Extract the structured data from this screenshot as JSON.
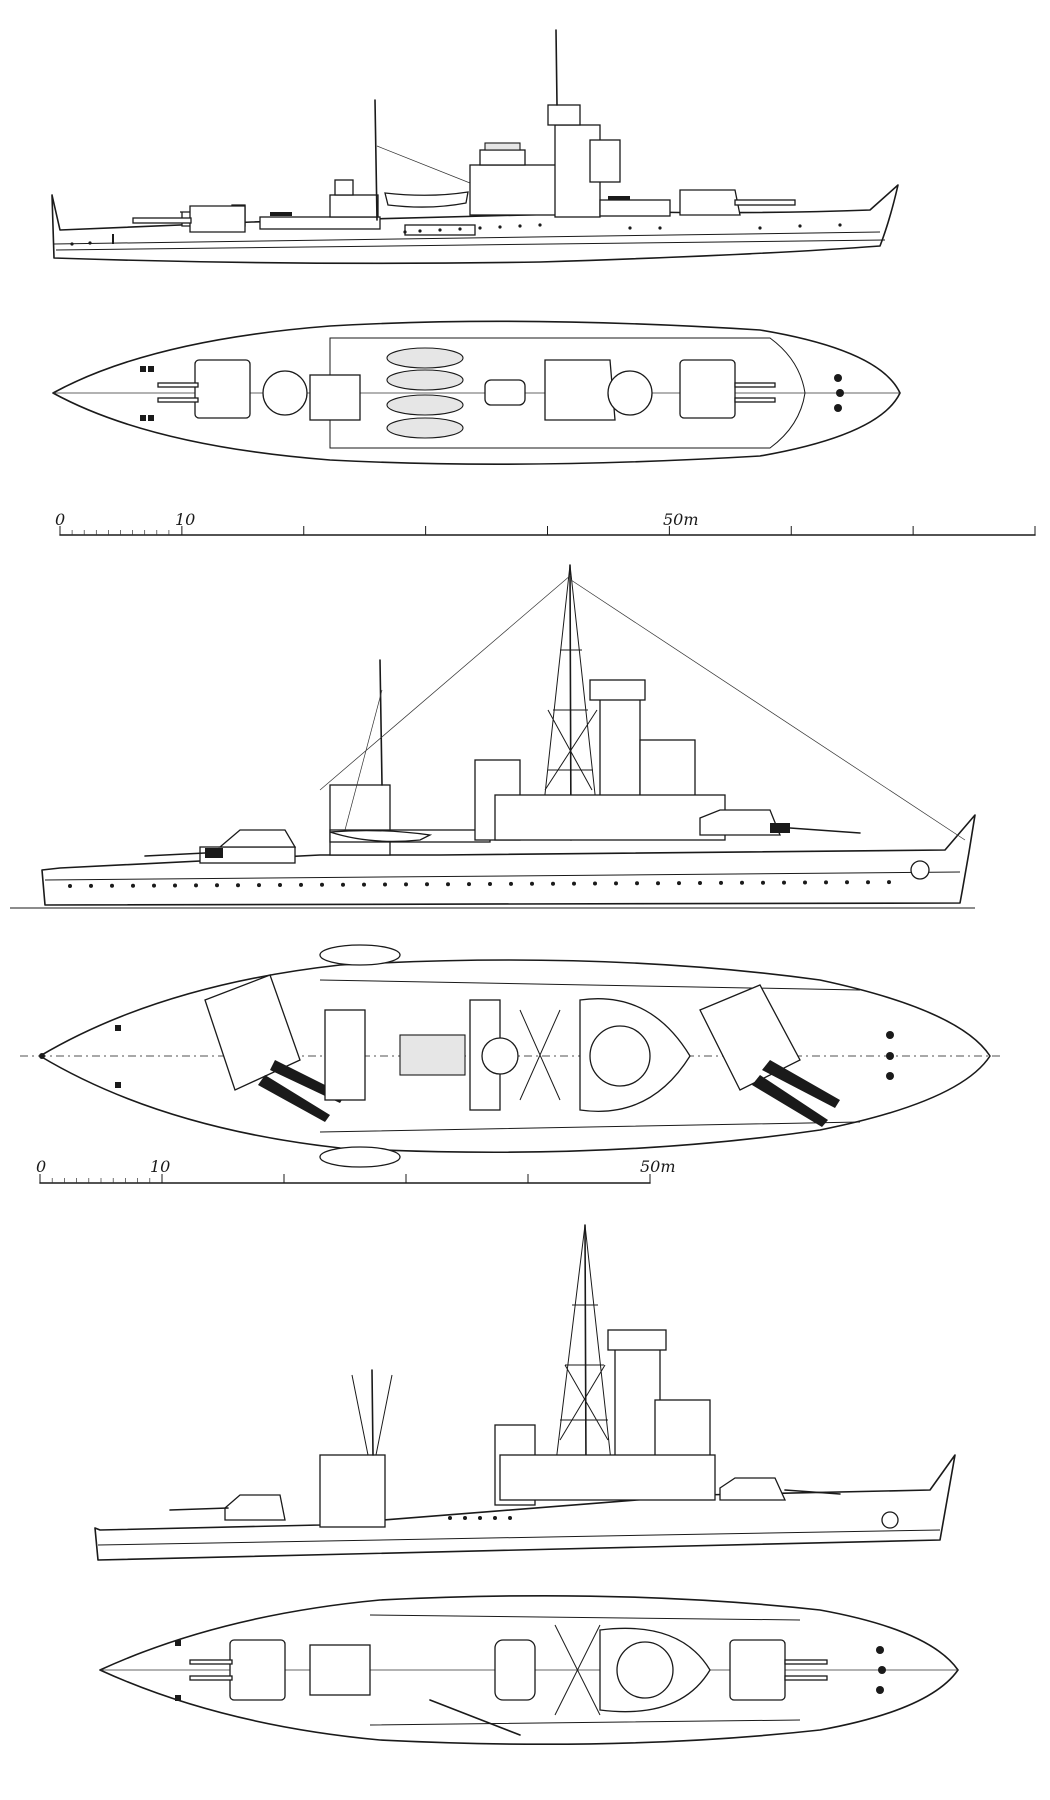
{
  "scale_bars": [
    {
      "id": "scale-1",
      "labels": [
        "0",
        "10",
        "50m"
      ]
    },
    {
      "id": "scale-2",
      "labels": [
        "0",
        "10",
        "50m"
      ]
    }
  ],
  "colors": {
    "ink": "#1a1a1a",
    "paper": "#ffffff"
  }
}
